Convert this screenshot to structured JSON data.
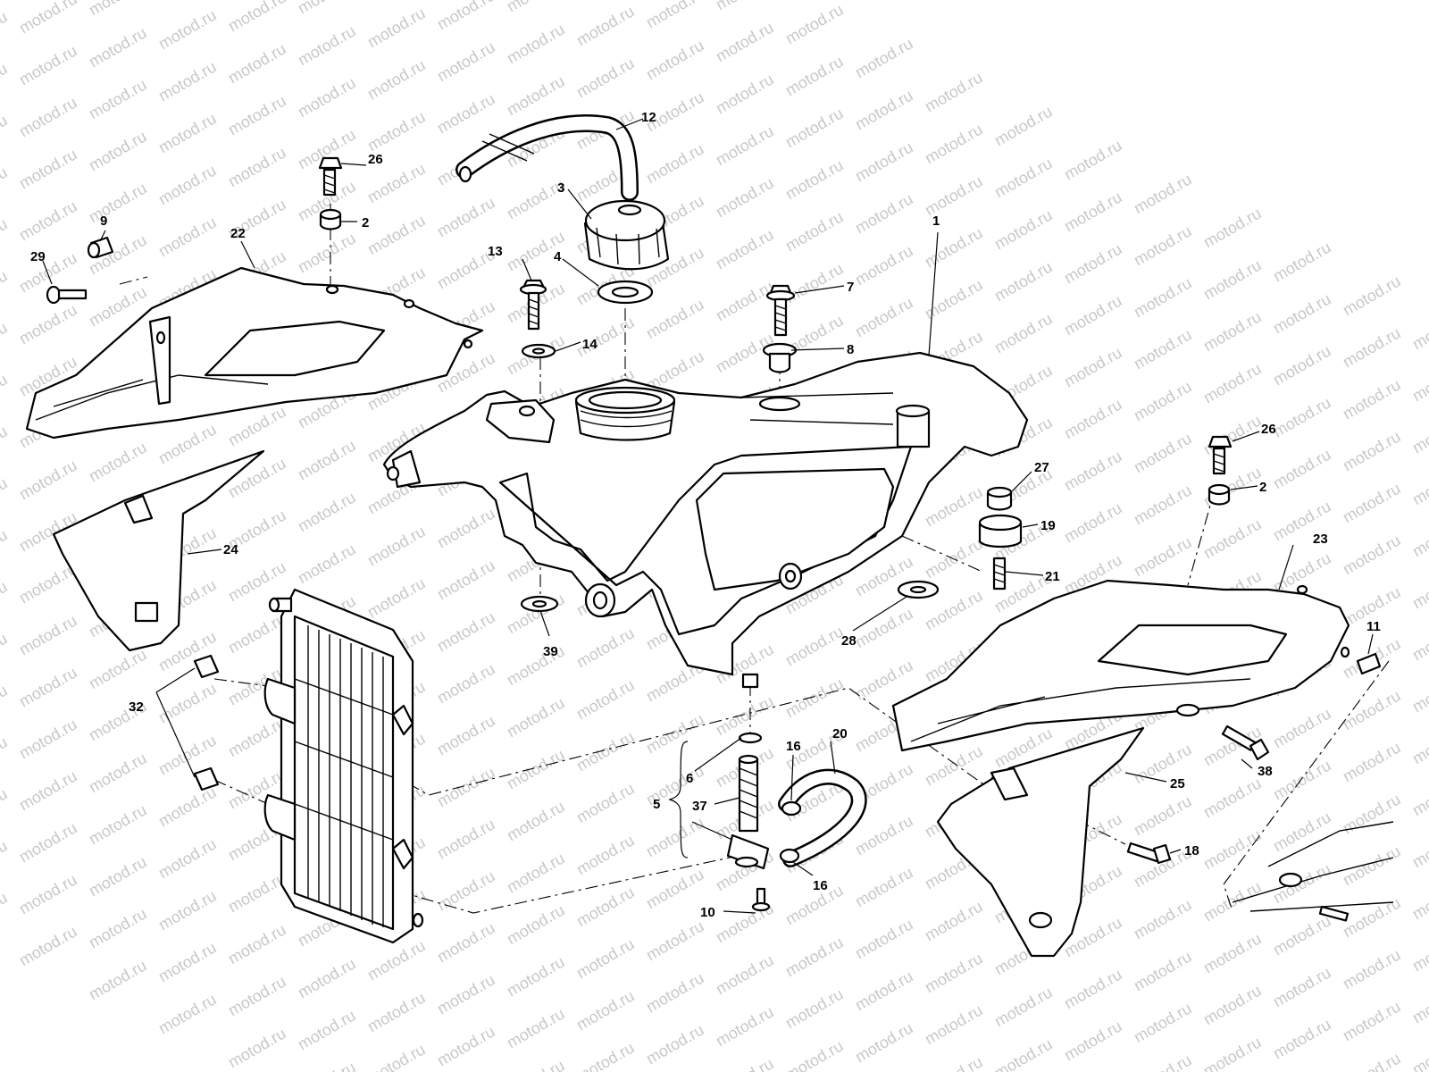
{
  "watermark": "motod.ru",
  "callouts": {
    "c1": "1",
    "c2a": "2",
    "c2b": "2",
    "c3": "3",
    "c4": "4",
    "c5": "5",
    "c6": "6",
    "c7": "7",
    "c8": "8",
    "c9": "9",
    "c10": "10",
    "c11": "11",
    "c12": "12",
    "c13": "13",
    "c14": "14",
    "c16a": "16",
    "c16b": "16",
    "c18": "18",
    "c19": "19",
    "c20": "20",
    "c21": "21",
    "c22": "22",
    "c23": "23",
    "c24": "24",
    "c25": "25",
    "c26a": "26",
    "c26b": "26",
    "c27": "27",
    "c28": "28",
    "c29": "29",
    "c32": "32",
    "c37": "37",
    "c38": "38",
    "c39": "39"
  }
}
